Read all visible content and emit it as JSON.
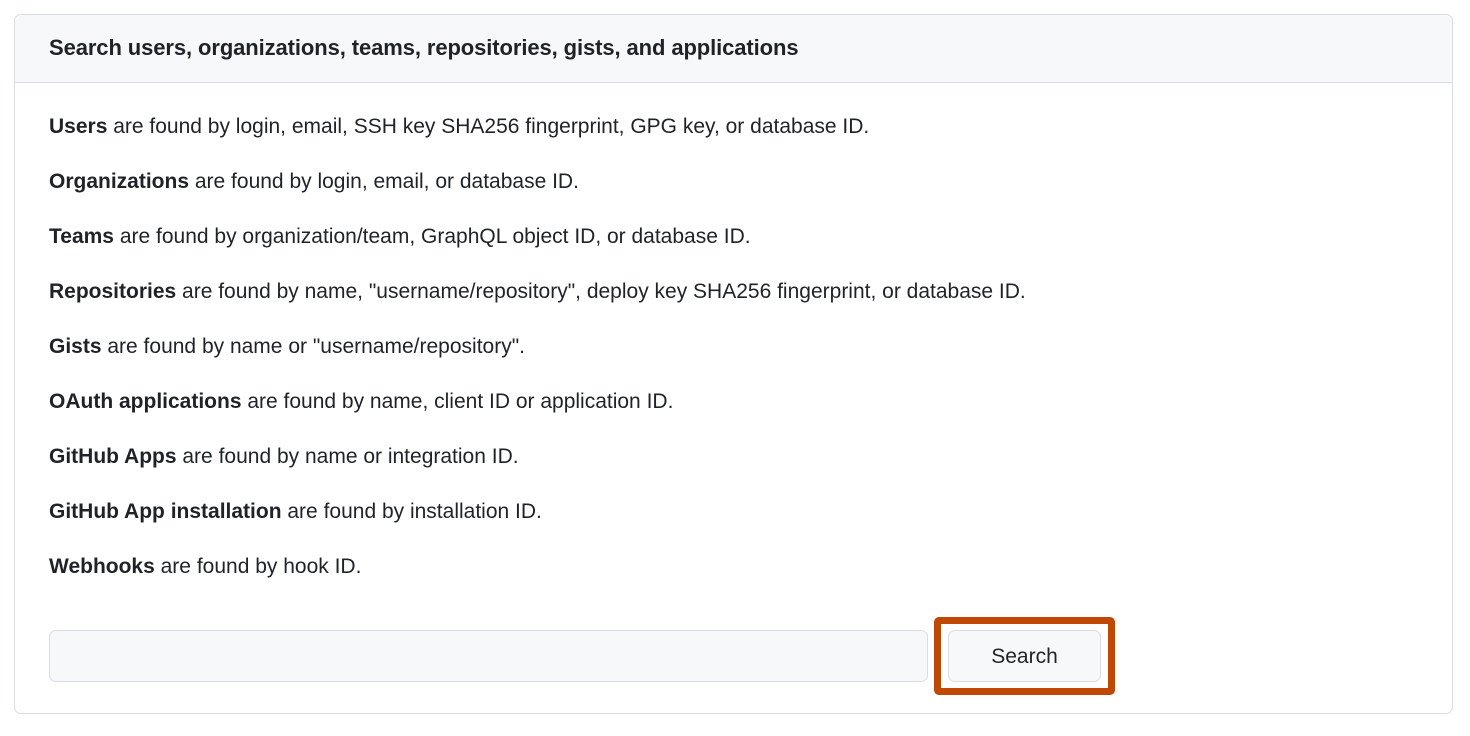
{
  "card": {
    "header_title": "Search users, organizations, teams, repositories, gists, and applications",
    "descriptions": [
      {
        "term": "Users",
        "rest": " are found by login, email, SSH key SHA256 fingerprint, GPG key, or database ID."
      },
      {
        "term": "Organizations",
        "rest": " are found by login, email, or database ID."
      },
      {
        "term": "Teams",
        "rest": " are found by organization/team, GraphQL object ID, or database ID."
      },
      {
        "term": "Repositories",
        "rest": " are found by name, \"username/repository\", deploy key SHA256 fingerprint, or database ID."
      },
      {
        "term": "Gists",
        "rest": " are found by name or \"username/repository\"."
      },
      {
        "term": "OAuth applications",
        "rest": " are found by name, client ID or application ID."
      },
      {
        "term": "GitHub Apps",
        "rest": " are found by name or integration ID."
      },
      {
        "term": "GitHub App installation",
        "rest": " are found by installation ID."
      },
      {
        "term": "Webhooks",
        "rest": " are found by hook ID."
      }
    ],
    "search": {
      "query_value": "",
      "placeholder": "",
      "button_label": "Search"
    }
  },
  "colors": {
    "highlight": "#bf4904",
    "card_border": "#d8dee4",
    "header_bg": "#f6f8fa",
    "text": "#1f2328",
    "field_bg": "#f6f8fa"
  }
}
